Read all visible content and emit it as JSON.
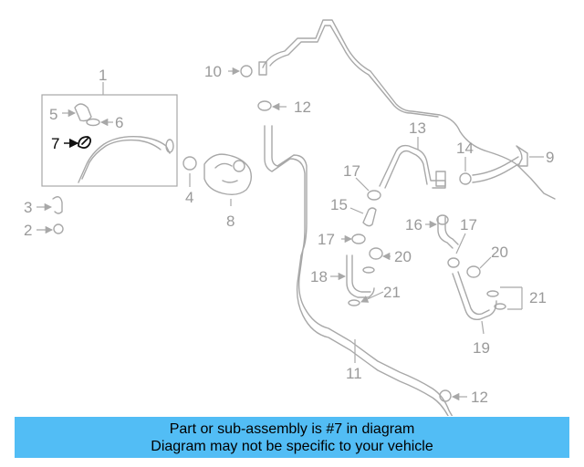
{
  "diagram": {
    "callouts": [
      "1",
      "2",
      "3",
      "4",
      "5",
      "6",
      "7",
      "8",
      "9",
      "10",
      "11",
      "12",
      "12",
      "13",
      "14",
      "15",
      "16",
      "17",
      "17",
      "17",
      "18",
      "19",
      "20",
      "20",
      "21",
      "21"
    ],
    "highlight_color": "#000000",
    "part_color": "#a8a8a8"
  },
  "caption": {
    "line1": "Part or sub-assembly is #7 in diagram",
    "line2": "Diagram may not be specific to your vehicle",
    "background": "#52bdf5"
  }
}
